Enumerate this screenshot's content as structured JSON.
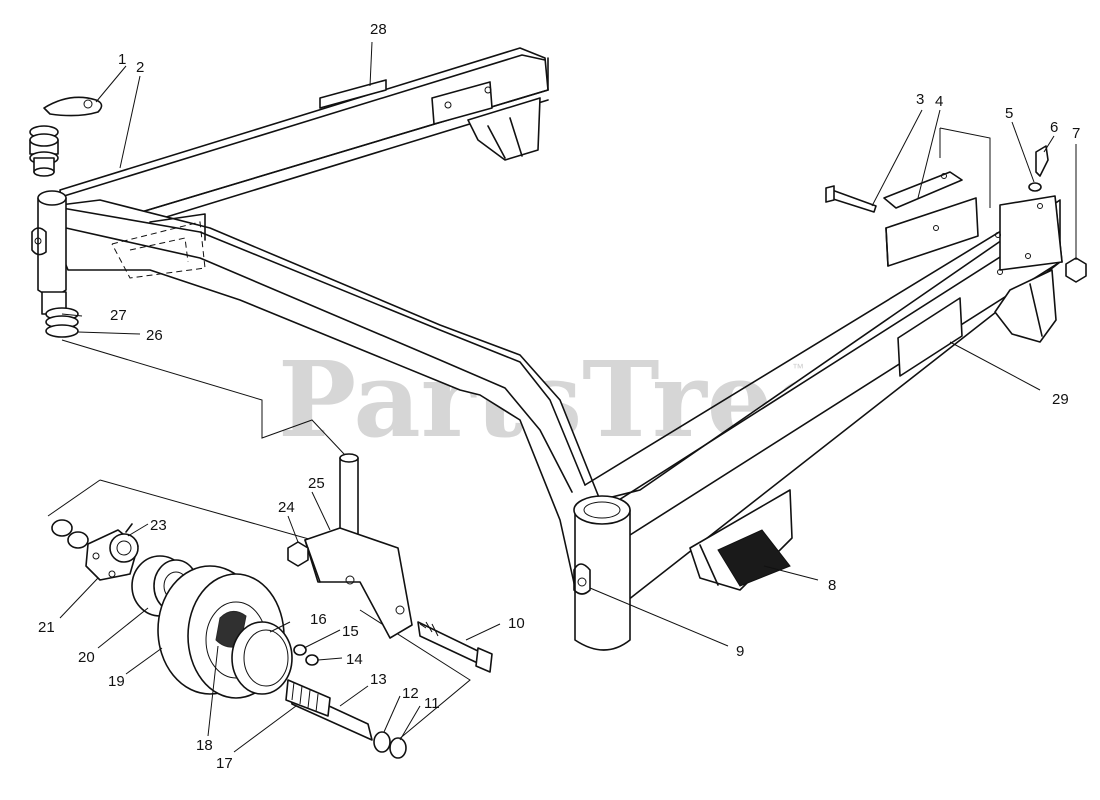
{
  "watermark": {
    "text": "PartsTree",
    "trademark": "™"
  },
  "callouts": [
    {
      "id": "c1",
      "text": "1"
    },
    {
      "id": "c2",
      "text": "2"
    },
    {
      "id": "c3",
      "text": "3"
    },
    {
      "id": "c4",
      "text": "4"
    },
    {
      "id": "c5",
      "text": "5"
    },
    {
      "id": "c6",
      "text": "6"
    },
    {
      "id": "c7",
      "text": "7"
    },
    {
      "id": "c8",
      "text": "8"
    },
    {
      "id": "c9",
      "text": "9"
    },
    {
      "id": "c10",
      "text": "10"
    },
    {
      "id": "c11",
      "text": "11"
    },
    {
      "id": "c12",
      "text": "12"
    },
    {
      "id": "c13",
      "text": "13"
    },
    {
      "id": "c14",
      "text": "14"
    },
    {
      "id": "c15",
      "text": "15"
    },
    {
      "id": "c16",
      "text": "16"
    },
    {
      "id": "c17",
      "text": "17"
    },
    {
      "id": "c18",
      "text": "18"
    },
    {
      "id": "c19",
      "text": "19"
    },
    {
      "id": "c20",
      "text": "20"
    },
    {
      "id": "c21",
      "text": "21"
    },
    {
      "id": "c23",
      "text": "23"
    },
    {
      "id": "c24",
      "text": "24"
    },
    {
      "id": "c25",
      "text": "25"
    },
    {
      "id": "c26",
      "text": "26"
    },
    {
      "id": "c27",
      "text": "27"
    },
    {
      "id": "c28",
      "text": "28"
    },
    {
      "id": "c29",
      "text": "29"
    }
  ]
}
